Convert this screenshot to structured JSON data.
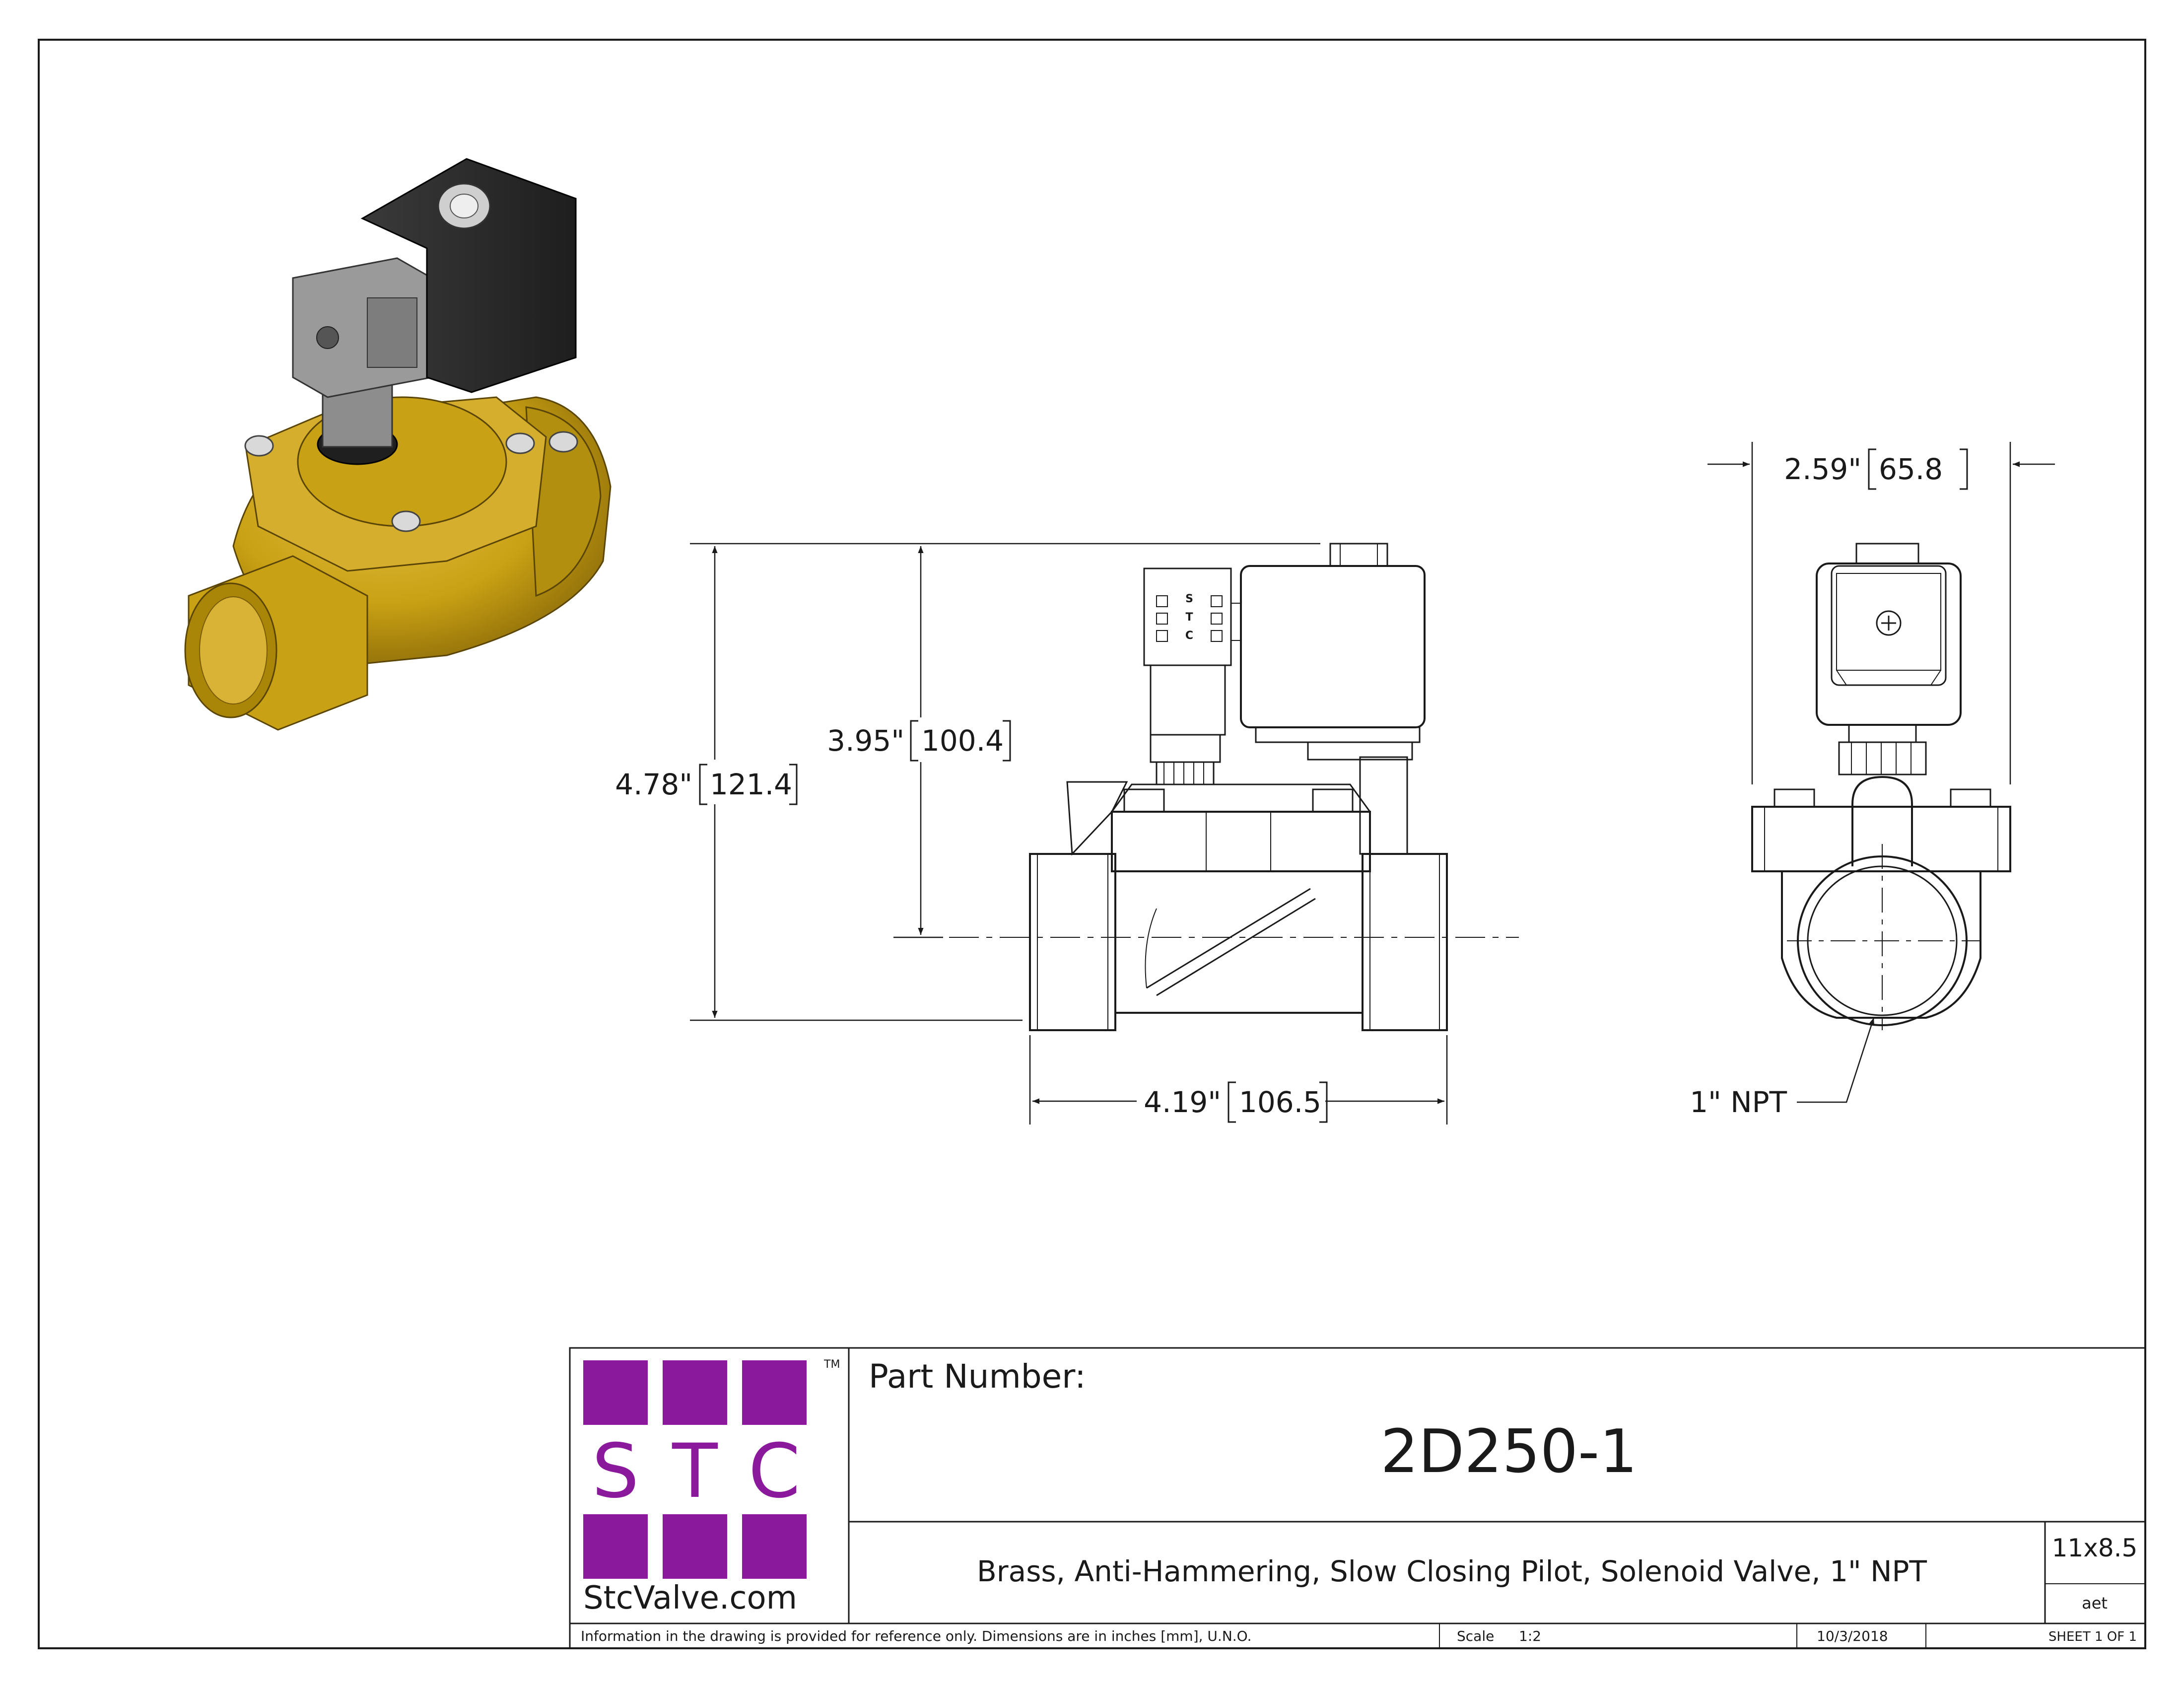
{
  "dimensions": {
    "overall_height": "4.78\"",
    "overall_height_mm": "121.4",
    "centerline_height": "3.95\"",
    "centerline_height_mm": "100.4",
    "overall_length": "4.19\"",
    "overall_length_mm": "106.5",
    "width": "2.59\"",
    "width_mm": "65.8",
    "port_callout": "1\" NPT"
  },
  "coil_marking": "STC",
  "logo": {
    "letters": [
      "S",
      "T",
      "C"
    ],
    "trademark": "TM",
    "website": "StcValve.com",
    "color": "#8a1a9b"
  },
  "title_block": {
    "part_number_label": "Part Number:",
    "part_number": "2D250-1",
    "description": "Brass, Anti-Hammering, Slow Closing Pilot, Solenoid Valve, 1\" NPT",
    "paper_size": "11x8.5",
    "drawn_by": "aet",
    "disclaimer": "Information in the drawing is provided for reference only. Dimensions are in inches [mm], U.N.O.",
    "scale_label": "Scale",
    "scale_value": "1:2",
    "date": "10/3/2018",
    "sheet": "SHEET 1 OF 1"
  },
  "colors": {
    "brass": "#c9a114",
    "brass_dark": "#8a6a08",
    "coil": "#2b2b2b",
    "connector": "#8c8c8c"
  }
}
